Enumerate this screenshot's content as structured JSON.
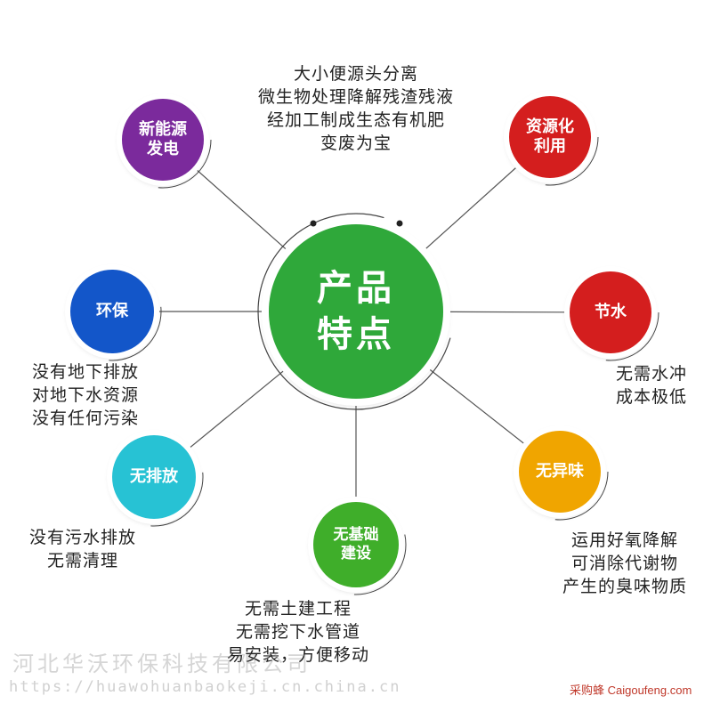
{
  "center": {
    "label": "产品\n特点",
    "color": "#2fa83a"
  },
  "nodes": [
    {
      "id": "new-energy",
      "label": "新能源\n发电",
      "color": "#7b2a9c"
    },
    {
      "id": "resource",
      "label": "资源化\n利用",
      "color": "#d41e1e"
    },
    {
      "id": "eco",
      "label": "环保",
      "color": "#1356c9"
    },
    {
      "id": "water-saving",
      "label": "节水",
      "color": "#d41e1e"
    },
    {
      "id": "no-discharge",
      "label": "无排放",
      "color": "#27c2d4"
    },
    {
      "id": "no-odor",
      "label": "无异味",
      "color": "#f0a500"
    },
    {
      "id": "no-infra",
      "label": "无基础\n建设",
      "color": "#3fae2a"
    }
  ],
  "descriptions": {
    "top": [
      "大小便源头分离",
      "微生物处理降解残渣残液",
      "经加工制成生态有机肥",
      "变废为宝"
    ],
    "eco": [
      "没有地下排放",
      "对地下水资源",
      "没有任何污染"
    ],
    "water": [
      "无需水冲",
      "成本极低"
    ],
    "discharge": [
      "没有污水排放",
      "无需清理"
    ],
    "odor": [
      "运用好氧降解",
      "可消除代谢物",
      "产生的臭味物质"
    ],
    "infra": [
      "无需土建工程",
      "无需挖下水管道",
      "易安装，方便移动"
    ]
  },
  "watermark": {
    "company": "河北华沃环保科技有限公司",
    "url": "https://huawohuanbaokeji.cn.china.cn"
  },
  "source": "采购蜂 Caigoufeng.com"
}
